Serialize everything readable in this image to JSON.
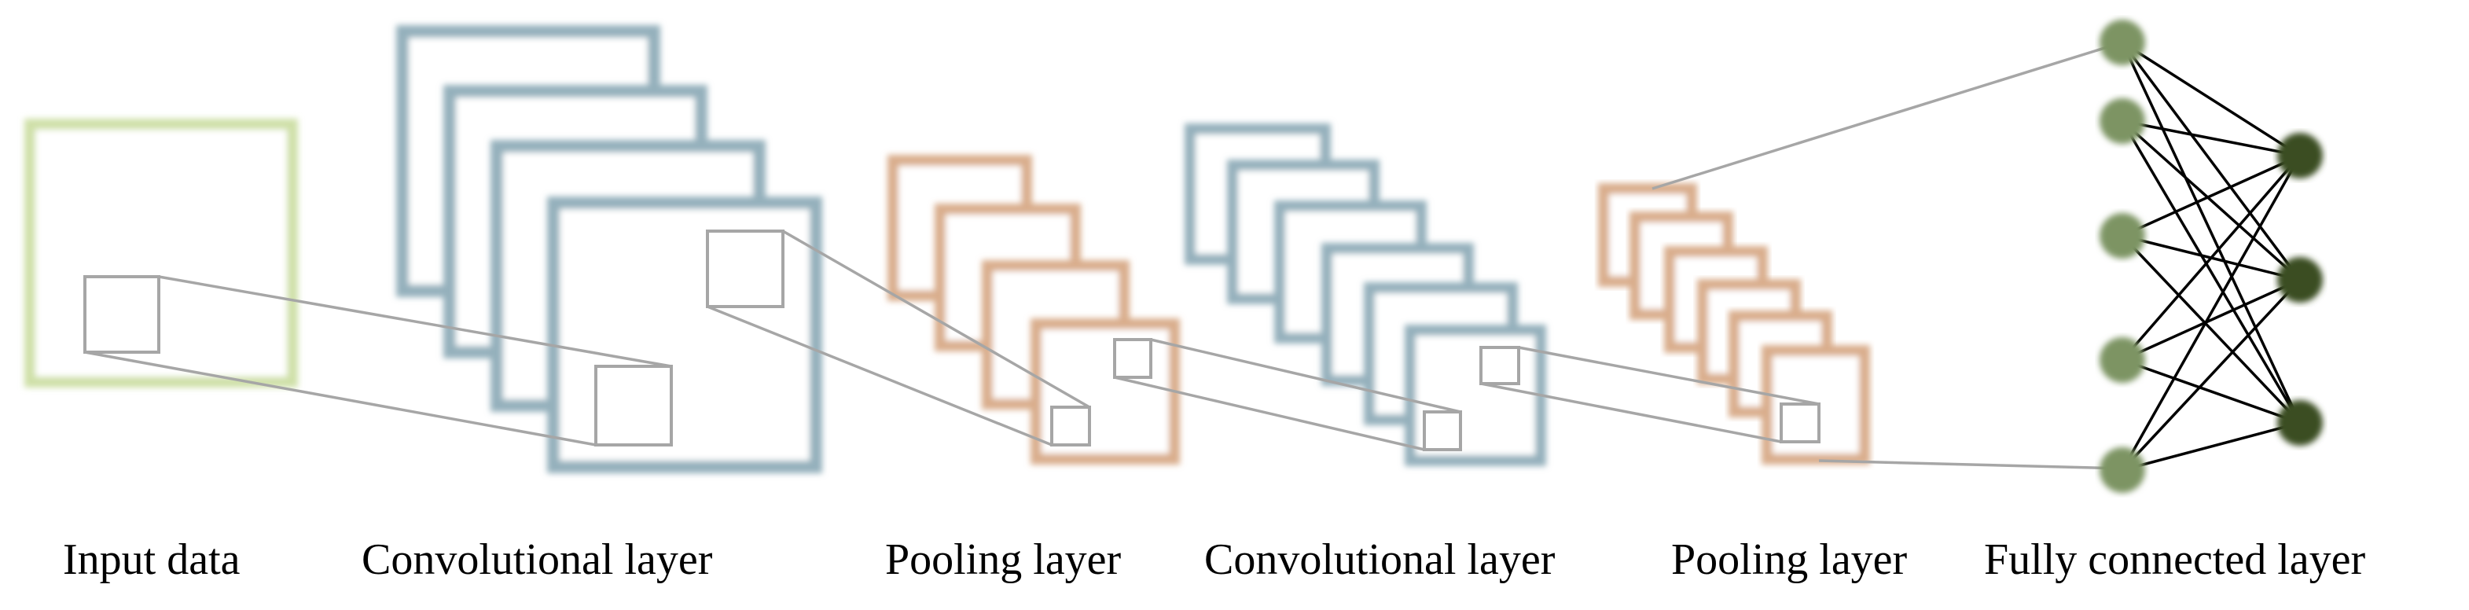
{
  "labels": {
    "input": "Input data",
    "conv1": "Convolutional layer",
    "pool1": "Pooling layer",
    "conv2": "Convolutional layer",
    "pool2": "Pooling layer",
    "fc": "Fully connected layer"
  },
  "colors": {
    "input": "#cfe0a8",
    "conv": "#94b0bc",
    "pool": "#d9ad8c",
    "connector": "#a6a6a6",
    "node_light": "#7d9463",
    "node_dark": "#3b4d22",
    "fc_edge": "#000000"
  },
  "fc": {
    "input_nodes": 5,
    "output_nodes": 3
  }
}
